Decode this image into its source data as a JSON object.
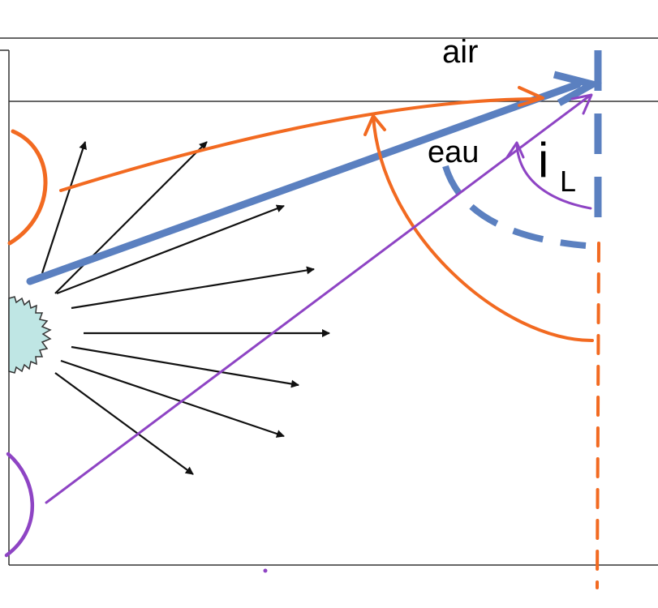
{
  "labels": {
    "air": "air",
    "water": "eau",
    "angle_symbol": "i",
    "angle_subscript": "L"
  },
  "colors": {
    "frame": "#333333",
    "ray": "#111111",
    "source_fill": "#bfe6e4",
    "limit_ray": "#5b80c0",
    "orange_annotation": "#f26a21",
    "purple_annotation": "#8e44c4"
  }
}
